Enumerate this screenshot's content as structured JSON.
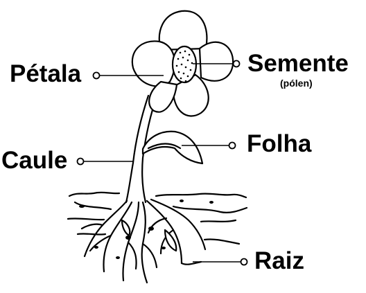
{
  "labels": {
    "petala": "Pétala",
    "semente": "Semente",
    "semente_sub": "(pólen)",
    "folha": "Folha",
    "caule": "Caule",
    "raiz": "Raiz"
  }
}
